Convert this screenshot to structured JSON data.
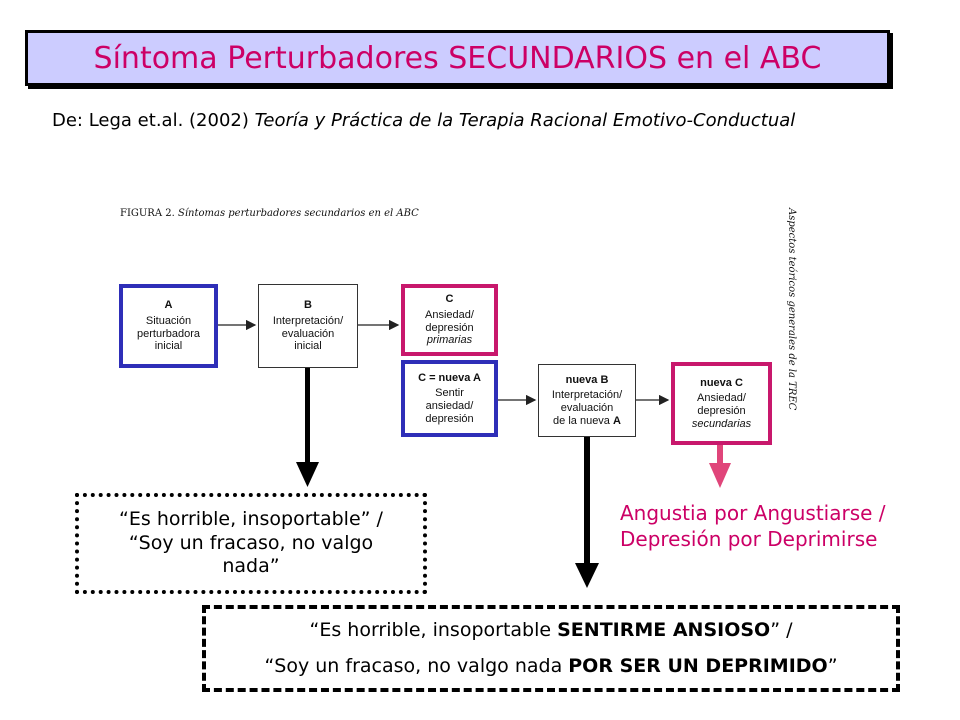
{
  "title": "Síntoma Perturbadores SECUNDARIOS en el ABC",
  "source": {
    "prefix": "De: Lega et.al. (2002) ",
    "work": "Teoría y Práctica de la Terapia Racional Emotivo-Conductual"
  },
  "figure": {
    "caption_label": "FIGURA 2.",
    "caption_title": "Síntomas perturbadores secundarios en el ABC",
    "side_text": "Aspectos teóricos generales de la TREC",
    "box_a": {
      "head": "A",
      "lines": [
        "Situación",
        "perturbadora",
        "inicial"
      ]
    },
    "box_b": {
      "head": "B",
      "lines": [
        "Interpretación/",
        "evaluación",
        "inicial"
      ]
    },
    "box_c": {
      "head": "C",
      "lines": [
        "Ansiedad/",
        "depresión"
      ],
      "italic": "primarias"
    },
    "box_c_nueva": {
      "head": "C = nueva A",
      "lines": [
        "Sentir",
        "ansiedad/",
        "depresión"
      ]
    },
    "box_nueva_b": {
      "head": "nueva B",
      "lines": [
        "Interpretación/",
        "evaluación"
      ],
      "last": "de la nueva ",
      "last_bold": "A"
    },
    "box_nueva_c": {
      "head": "nueva C",
      "lines": [
        "Ansiedad/",
        "depresión"
      ],
      "italic": "secundarias"
    }
  },
  "dotted_box": {
    "lines": [
      "“Es horrible, insoportable” /",
      "“Soy un fracaso, no valgo",
      "nada”"
    ]
  },
  "pink_text": {
    "lines": [
      "Angustia por Angustiarse /",
      "Depresión por Deprimirse"
    ]
  },
  "dashed_box": {
    "line1_pre": "“Es horrible, insoportable ",
    "line1_bold": "SENTIRME ANSIOSO",
    "line1_post": "” /",
    "line2_pre": "“Soy un fracaso, no valgo nada ",
    "line2_bold": "POR SER UN DEPRIMIDO",
    "line2_post": "”"
  },
  "colors": {
    "title_bg": "#ccccff",
    "title_text": "#cc0066",
    "blue_highlight": "#2e2eb8",
    "magenta_highlight": "#c8186c",
    "pink_arrow": "#e0457a"
  }
}
